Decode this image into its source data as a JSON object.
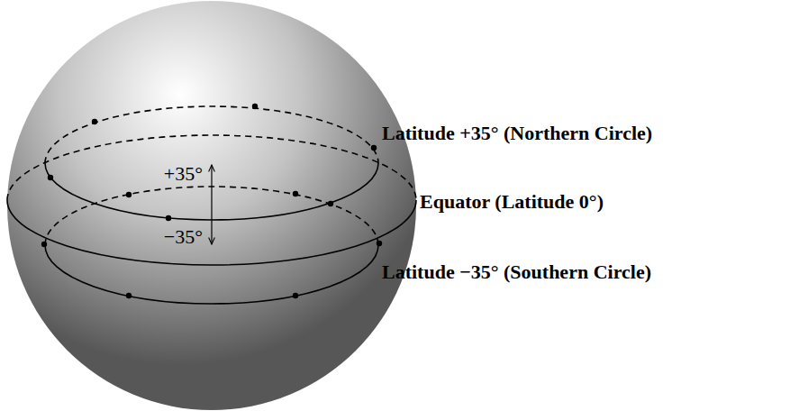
{
  "diagram": {
    "labels": [
      "Latitude +35° (Northern Circle)",
      "Equator (Latitude 0°)",
      "Latitude −35° (Southern Circle)",
      "+35°",
      "−35°"
    ]
  }
}
